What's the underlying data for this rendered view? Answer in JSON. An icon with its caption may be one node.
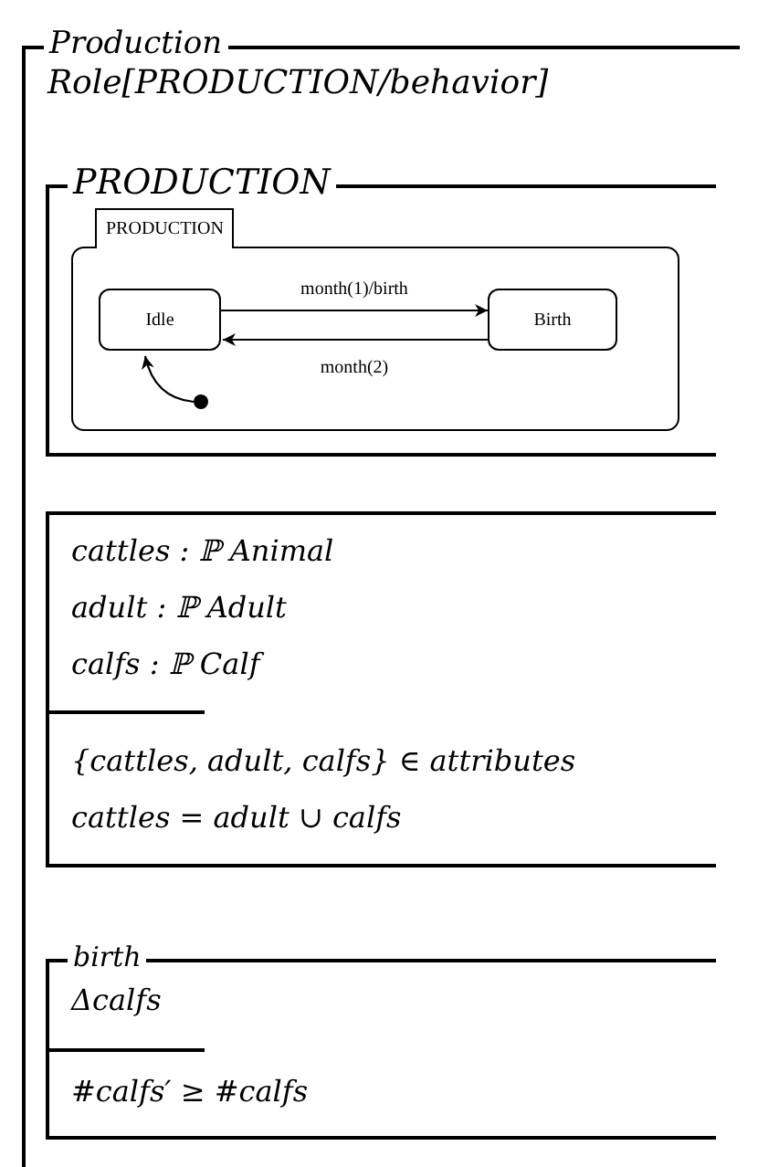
{
  "diagram": {
    "nodes": [
      {
        "text": [
          "Production",
          "Role[PRODUCTION/behavior]"
        ]
      },
      {
        "text": [
          "PRODUCTION"
        ],
        "in": 0
      },
      {
        "text": [
          "PRODUCTION"
        ],
        "in": 1
      },
      {
        "text": [
          "Idle"
        ],
        "in": 2
      },
      {
        "text": [
          "Birth"
        ],
        "in": 2
      },
      {
        "text": [],
        "shape": "circle",
        "in": 2
      },
      {
        "text": [
          "cattles : ℙ Animal",
          "adult : ℙ Adult",
          "calfs : ℙ Calf",
          "{cattles, adult, calfs} ∈ attributes",
          "cattles = adult ∪ calfs"
        ],
        "in": 0
      },
      {
        "text": [
          "birth",
          "Δcalfs",
          "#calfs′ ≥ #calfs"
        ],
        "in": 0
      }
    ],
    "edges": [
      {
        "from": 3,
        "to": 4,
        "arrow": "to",
        "label": "month(1)/birth"
      },
      {
        "from": 4,
        "to": 3,
        "arrow": "to",
        "label": "month(2)"
      },
      {
        "from": 5,
        "to": 3,
        "arrow": "to"
      }
    ]
  }
}
